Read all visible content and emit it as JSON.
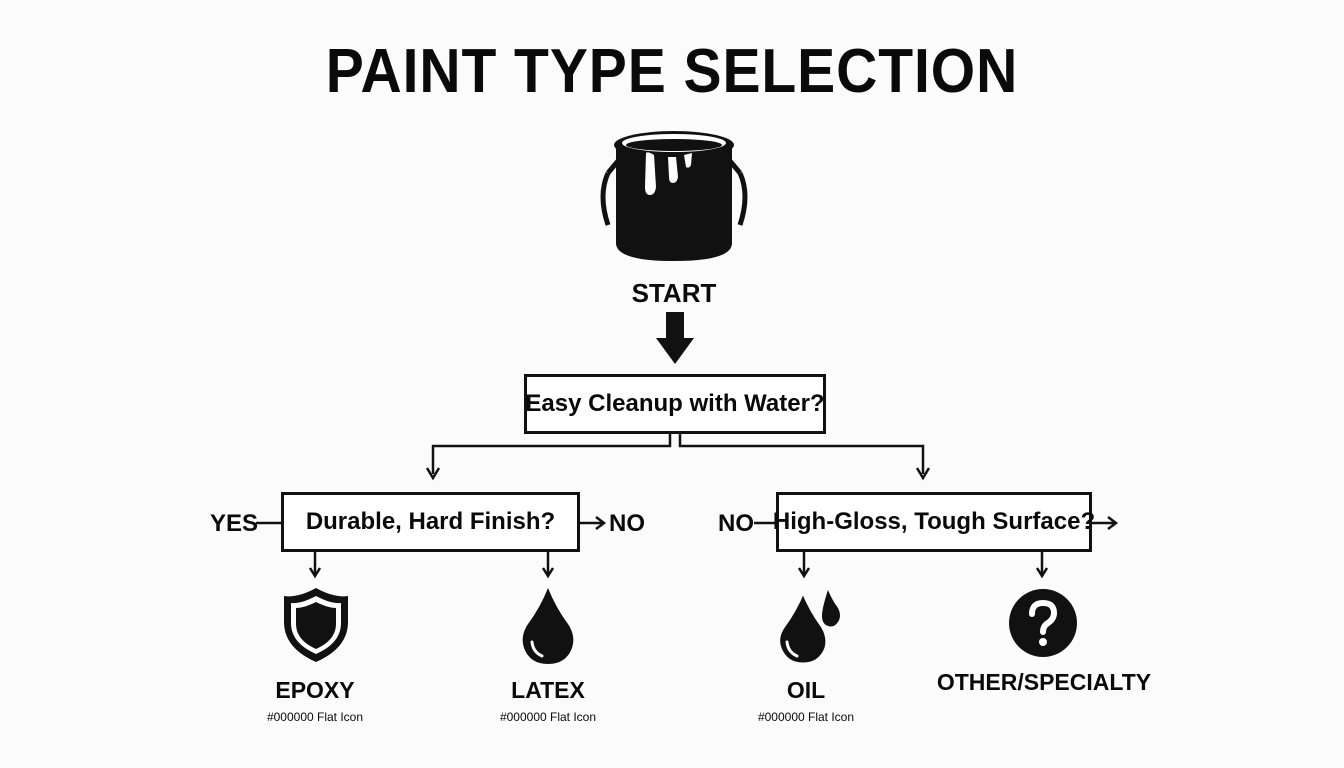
{
  "title": "PAINT TYPE SELECTION",
  "start": {
    "label": "START",
    "icon": "paint-can-icon"
  },
  "root_question": "Easy Cleanup with Water?",
  "left_branch": {
    "side_label": "YES",
    "question": "Durable, Hard Finish?",
    "right_label": "NO"
  },
  "right_branch": {
    "side_label": "NO",
    "question": "High-Gloss, Tough Surface?"
  },
  "outcomes": [
    {
      "name": "EPOXY",
      "caption": "#000000 Flat Icon",
      "icon": "shield-icon"
    },
    {
      "name": "LATEX",
      "caption": "#000000 Flat Icon",
      "icon": "drop-icon"
    },
    {
      "name": "OIL",
      "caption": "#000000 Flat Icon",
      "icon": "double-drop-icon"
    },
    {
      "name": "OTHER/SPECIALTY",
      "icon": "question-circle-icon"
    }
  ],
  "colors": {
    "ink": "#0a0a0a",
    "background": "#fbfbfb"
  }
}
